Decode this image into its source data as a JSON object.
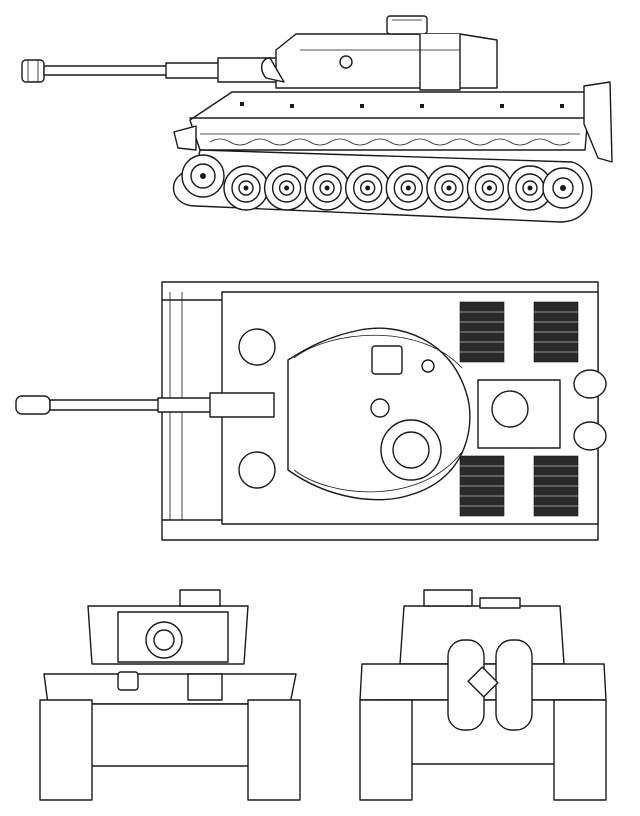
{
  "drawing": {
    "subject": "tank-blueprint",
    "views": [
      {
        "key": "side",
        "kind": "side-elevation"
      },
      {
        "key": "top",
        "kind": "plan-view"
      },
      {
        "key": "front",
        "kind": "front-elevation"
      },
      {
        "key": "rear",
        "kind": "rear-elevation"
      }
    ],
    "line_color": "#1a1a1a",
    "background_color": "#ffffff",
    "road_wheels_visible_side_view": 8,
    "engine_grilles_top_view": 4
  }
}
